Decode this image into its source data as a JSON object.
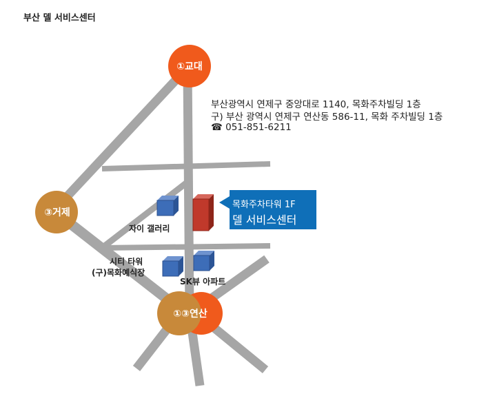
{
  "page": {
    "title": "부산 델 서비스센터"
  },
  "address": {
    "line1": "부산광역시 연제구 중앙대로 1140, 목화주차빌딩 1층",
    "line2": "구) 부산 광역시 연제구 연산동 586-11, 목화 주차빌딩 1층",
    "phone": "☎ 051-851-6211"
  },
  "stations": {
    "gyodae": "①교대",
    "geoje": "③거제",
    "yeonsan": "①③연산"
  },
  "buildings": {
    "xi_gallery": "자이 갤러리",
    "city_tower_line1": "시티 타워",
    "city_tower_line2": "(구)목화예식장",
    "sk_view": "SK뷰 아파트"
  },
  "callout": {
    "line1": "목화주차타워 1F",
    "line2": "델 서비스센터"
  },
  "colors": {
    "road": "#a6a6a6",
    "line1_station": "#f05a1c",
    "line3_station": "#c8893a",
    "building_blue": "#3d6db8",
    "target_building": "#c0392b",
    "callout_bg": "#0f6fb8"
  }
}
